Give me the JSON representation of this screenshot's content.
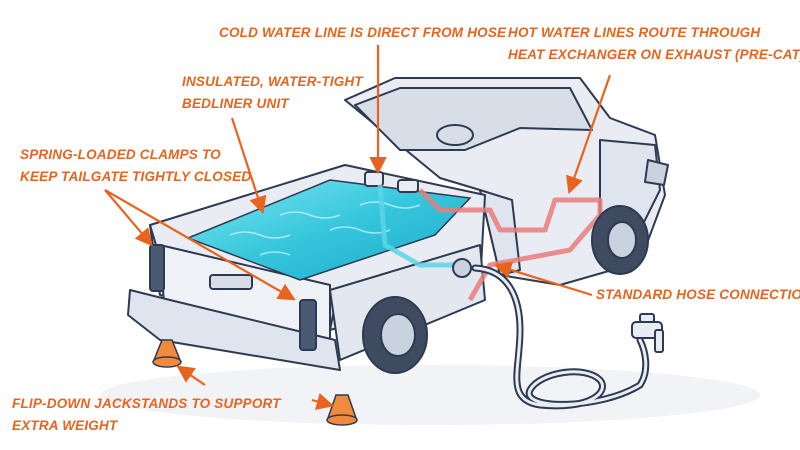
{
  "colors": {
    "callout": "#e8641e",
    "water": "#3fd0e0",
    "hot_line": "#e97b7b",
    "cold_line": "#5ad6e8",
    "truck_outline": "#2d3a52",
    "truck_fill": "#e9edf3"
  },
  "callouts": {
    "cold_water": {
      "line1": "COLD WATER LINE IS DIRECT FROM HOSE"
    },
    "hot_water": {
      "line1": "HOT WATER LINES ROUTE THROUGH",
      "line2": "HEAT EXCHANGER ON EXHAUST (PRE-CAT)"
    },
    "insulated": {
      "line1": "INSULATED, WATER-TIGHT",
      "line2": "BEDLINER UNIT"
    },
    "clamps": {
      "line1": "SPRING-LOADED CLAMPS TO",
      "line2": "KEEP TAILGATE TIGHTLY CLOSED"
    },
    "hose_connections": {
      "line1": "STANDARD HOSE CONNECTIONS"
    },
    "jackstands": {
      "line1": "FLIP-DOWN JACKSTANDS TO SUPPORT",
      "line2": "EXTRA WEIGHT"
    }
  }
}
